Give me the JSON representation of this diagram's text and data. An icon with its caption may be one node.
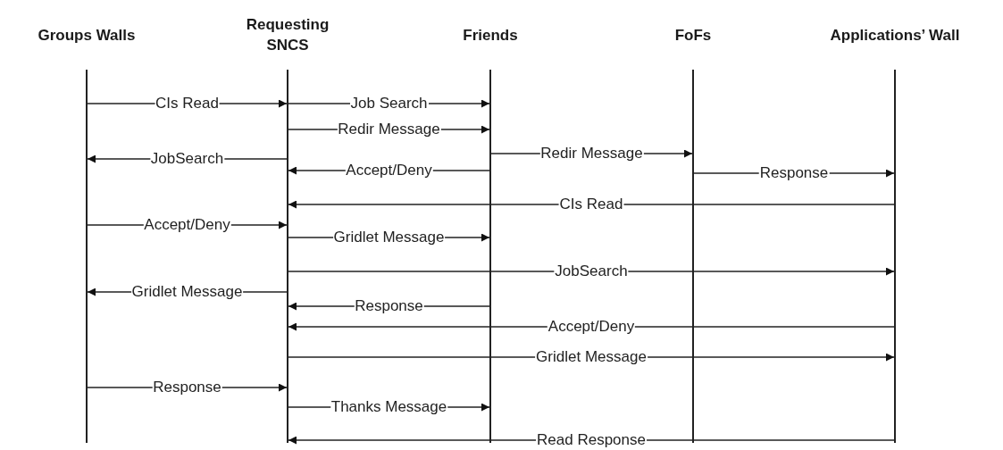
{
  "diagram": {
    "nodes": [
      {
        "text": [
          "Groups Walls"
        ]
      },
      {
        "text": [
          "Requesting SNCS"
        ]
      },
      {
        "text": [
          "Friends"
        ]
      },
      {
        "text": [
          "FoFs"
        ]
      },
      {
        "text": [
          "Applications’ Wall"
        ]
      }
    ],
    "edges": [
      {
        "from": 0,
        "to": 1,
        "arrow": "to",
        "label": "CIs Read"
      },
      {
        "from": 1,
        "to": 2,
        "arrow": "to",
        "label": "Job Search"
      },
      {
        "from": 1,
        "to": 2,
        "arrow": "to",
        "label": "Redir Message"
      },
      {
        "from": 2,
        "to": 3,
        "arrow": "to",
        "label": "Redir Message"
      },
      {
        "from": 1,
        "to": 0,
        "arrow": "to",
        "label": "JobSearch"
      },
      {
        "from": 2,
        "to": 1,
        "arrow": "to",
        "label": "Accept/Deny"
      },
      {
        "from": 3,
        "to": 4,
        "arrow": "to",
        "label": "Response"
      },
      {
        "from": 4,
        "to": 1,
        "arrow": "to",
        "label": "CIs Read"
      },
      {
        "from": 0,
        "to": 1,
        "arrow": "to",
        "label": "Accept/Deny"
      },
      {
        "from": 1,
        "to": 2,
        "arrow": "to",
        "label": "Gridlet Message"
      },
      {
        "from": 1,
        "to": 4,
        "arrow": "to",
        "label": "JobSearch"
      },
      {
        "from": 1,
        "to": 0,
        "arrow": "to",
        "label": "Gridlet Message"
      },
      {
        "from": 2,
        "to": 1,
        "arrow": "to",
        "label": "Response"
      },
      {
        "from": 4,
        "to": 1,
        "arrow": "to",
        "label": "Accept/Deny"
      },
      {
        "from": 1,
        "to": 4,
        "arrow": "to",
        "label": "Gridlet Message"
      },
      {
        "from": 0,
        "to": 1,
        "arrow": "to",
        "label": "Response"
      },
      {
        "from": 1,
        "to": 2,
        "arrow": "to",
        "label": "Thanks Message"
      },
      {
        "from": 4,
        "to": 1,
        "arrow": "to",
        "label": "Read Response"
      }
    ]
  }
}
